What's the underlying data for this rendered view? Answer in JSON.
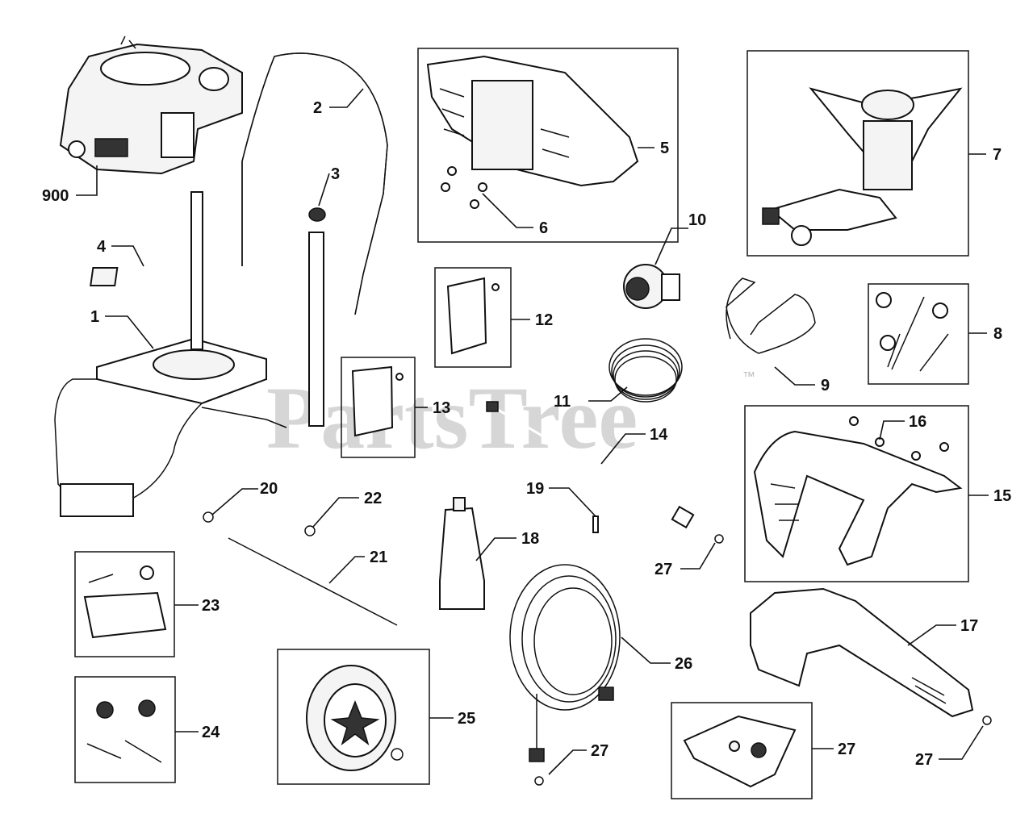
{
  "watermark": {
    "text": "PartsTree",
    "trademark": "™"
  },
  "callouts": {
    "c900": "900",
    "c1": "1",
    "c2": "2",
    "c3": "3",
    "c4": "4",
    "c5": "5",
    "c6": "6",
    "c7": "7",
    "c8": "8",
    "c9": "9",
    "c10": "10",
    "c11": "11",
    "c12": "12",
    "c13": "13",
    "c14": "14",
    "c15": "15",
    "c16": "16",
    "c17": "17",
    "c18": "18",
    "c19": "19",
    "c20": "20",
    "c21": "21",
    "c22": "22",
    "c23": "23",
    "c24": "24",
    "c25": "25",
    "c26": "26",
    "c27a": "27",
    "c27b": "27",
    "c27c": "27",
    "c27d": "27"
  }
}
